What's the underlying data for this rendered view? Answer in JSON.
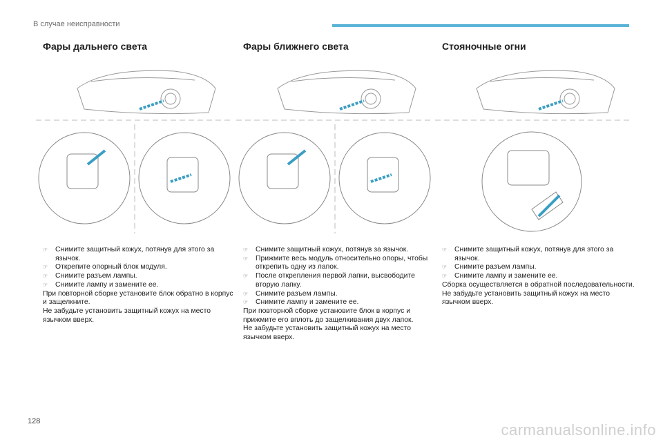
{
  "header": {
    "section": "В случае неисправности",
    "accent": "#5ab4d6"
  },
  "columns": [
    {
      "title": "Фары дальнего света",
      "steps": [
        "Снимите защитный кожух, потянув для этого за язычок.",
        "Открепите опорный блок модуля.",
        "Снимите разъем лампы.",
        "Снимите лампу и замените ее."
      ],
      "notes": [
        "При повторной сборке установите блок обратно в корпус и защелкните.",
        "Не забудьте установить защитный кожух на место язычком вверх."
      ]
    },
    {
      "title": "Фары ближнего света",
      "steps": [
        "Снимите защитный кожух, потянув за язычок.",
        "Прижмите весь модуль относительно опоры, чтобы открепить одну из лапок.",
        "После открепления первой лапки, высвободите вторую лапку.",
        "Снимите разъем лампы.",
        "Снимите лампу и замените ее."
      ],
      "notes": [
        "При повторной сборке установите блок в корпус и прижмите его вплоть до защелкивания двух лапок.",
        "Не забудьте установить защитный кожух на место язычком вверх."
      ]
    },
    {
      "title": "Стояночные огни",
      "steps": [
        "Снимите защитный кожух, потянув для этого за язычок.",
        "Снимите разъем лампы.",
        "Снимите лампу и замените ее."
      ],
      "notes": [
        "Сборка осуществляется в обратной последовательности.",
        "Не забудьте установить защитный кожух на место язычком вверх."
      ]
    }
  ],
  "bullet": "☞",
  "page_number": "128",
  "watermark": "carmanualsonline.info"
}
